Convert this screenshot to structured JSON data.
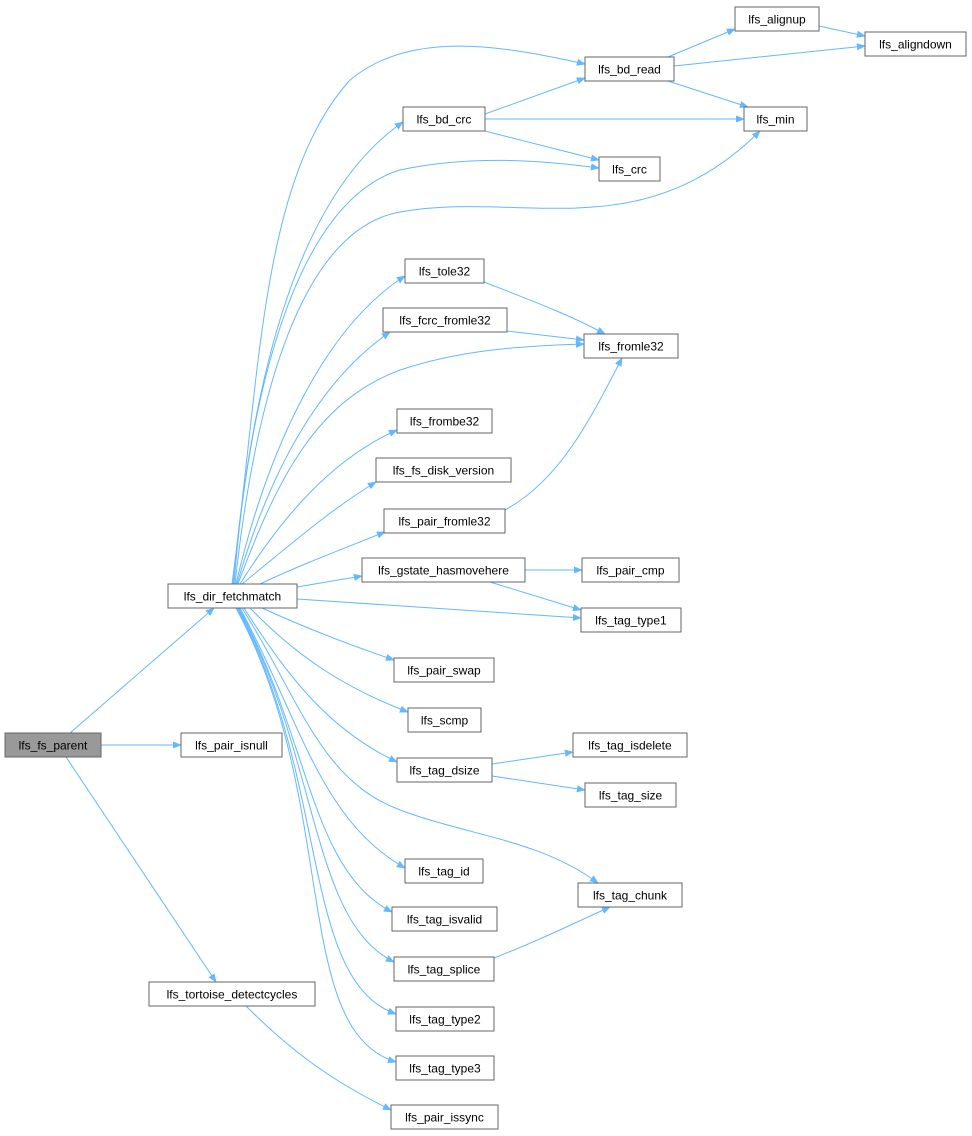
{
  "graph": {
    "edge_color": "#63b8ff",
    "node_border": "#666666",
    "root_fill": "#999999",
    "nodes": {
      "lfs_fs_parent": "lfs_fs_parent",
      "lfs_dir_fetchmatch": "lfs_dir_fetchmatch",
      "lfs_pair_isnull": "lfs_pair_isnull",
      "lfs_tortoise_detectcycles": "lfs_tortoise_detectcycles",
      "lfs_bd_read": "lfs_bd_read",
      "lfs_alignup": "lfs_alignup",
      "lfs_aligndown": "lfs_aligndown",
      "lfs_bd_crc": "lfs_bd_crc",
      "lfs_min": "lfs_min",
      "lfs_crc": "lfs_crc",
      "lfs_tole32": "lfs_tole32",
      "lfs_fcrc_fromle32": "lfs_fcrc_fromle32",
      "lfs_fromle32": "lfs_fromle32",
      "lfs_frombe32": "lfs_frombe32",
      "lfs_fs_disk_version": "lfs_fs_disk_version",
      "lfs_pair_fromle32": "lfs_pair_fromle32",
      "lfs_gstate_hasmovehere": "lfs_gstate_hasmovehere",
      "lfs_pair_cmp": "lfs_pair_cmp",
      "lfs_tag_type1": "lfs_tag_type1",
      "lfs_pair_swap": "lfs_pair_swap",
      "lfs_scmp": "lfs_scmp",
      "lfs_tag_dsize": "lfs_tag_dsize",
      "lfs_tag_isdelete": "lfs_tag_isdelete",
      "lfs_tag_size": "lfs_tag_size",
      "lfs_tag_id": "lfs_tag_id",
      "lfs_tag_chunk": "lfs_tag_chunk",
      "lfs_tag_isvalid": "lfs_tag_isvalid",
      "lfs_tag_splice": "lfs_tag_splice",
      "lfs_tag_type2": "lfs_tag_type2",
      "lfs_tag_type3": "lfs_tag_type3",
      "lfs_pair_issync": "lfs_pair_issync"
    },
    "edges": [
      [
        "lfs_fs_parent",
        "lfs_dir_fetchmatch"
      ],
      [
        "lfs_fs_parent",
        "lfs_pair_isnull"
      ],
      [
        "lfs_fs_parent",
        "lfs_tortoise_detectcycles"
      ],
      [
        "lfs_dir_fetchmatch",
        "lfs_bd_read"
      ],
      [
        "lfs_dir_fetchmatch",
        "lfs_bd_crc"
      ],
      [
        "lfs_dir_fetchmatch",
        "lfs_crc"
      ],
      [
        "lfs_dir_fetchmatch",
        "lfs_min"
      ],
      [
        "lfs_dir_fetchmatch",
        "lfs_tole32"
      ],
      [
        "lfs_dir_fetchmatch",
        "lfs_fcrc_fromle32"
      ],
      [
        "lfs_dir_fetchmatch",
        "lfs_fromle32"
      ],
      [
        "lfs_dir_fetchmatch",
        "lfs_frombe32"
      ],
      [
        "lfs_dir_fetchmatch",
        "lfs_fs_disk_version"
      ],
      [
        "lfs_dir_fetchmatch",
        "lfs_pair_fromle32"
      ],
      [
        "lfs_dir_fetchmatch",
        "lfs_gstate_hasmovehere"
      ],
      [
        "lfs_dir_fetchmatch",
        "lfs_tag_type1"
      ],
      [
        "lfs_dir_fetchmatch",
        "lfs_pair_swap"
      ],
      [
        "lfs_dir_fetchmatch",
        "lfs_scmp"
      ],
      [
        "lfs_dir_fetchmatch",
        "lfs_tag_dsize"
      ],
      [
        "lfs_dir_fetchmatch",
        "lfs_tag_chunk"
      ],
      [
        "lfs_dir_fetchmatch",
        "lfs_tag_id"
      ],
      [
        "lfs_dir_fetchmatch",
        "lfs_tag_isvalid"
      ],
      [
        "lfs_dir_fetchmatch",
        "lfs_tag_splice"
      ],
      [
        "lfs_dir_fetchmatch",
        "lfs_tag_type2"
      ],
      [
        "lfs_dir_fetchmatch",
        "lfs_tag_type3"
      ],
      [
        "lfs_bd_read",
        "lfs_alignup"
      ],
      [
        "lfs_bd_read",
        "lfs_aligndown"
      ],
      [
        "lfs_bd_read",
        "lfs_min"
      ],
      [
        "lfs_alignup",
        "lfs_aligndown"
      ],
      [
        "lfs_bd_crc",
        "lfs_bd_read"
      ],
      [
        "lfs_bd_crc",
        "lfs_min"
      ],
      [
        "lfs_bd_crc",
        "lfs_crc"
      ],
      [
        "lfs_tole32",
        "lfs_fromle32"
      ],
      [
        "lfs_fcrc_fromle32",
        "lfs_fromle32"
      ],
      [
        "lfs_pair_fromle32",
        "lfs_fromle32"
      ],
      [
        "lfs_gstate_hasmovehere",
        "lfs_pair_cmp"
      ],
      [
        "lfs_gstate_hasmovehere",
        "lfs_tag_type1"
      ],
      [
        "lfs_tag_dsize",
        "lfs_tag_isdelete"
      ],
      [
        "lfs_tag_dsize",
        "lfs_tag_size"
      ],
      [
        "lfs_tag_splice",
        "lfs_tag_chunk"
      ],
      [
        "lfs_tortoise_detectcycles",
        "lfs_pair_issync"
      ]
    ]
  }
}
